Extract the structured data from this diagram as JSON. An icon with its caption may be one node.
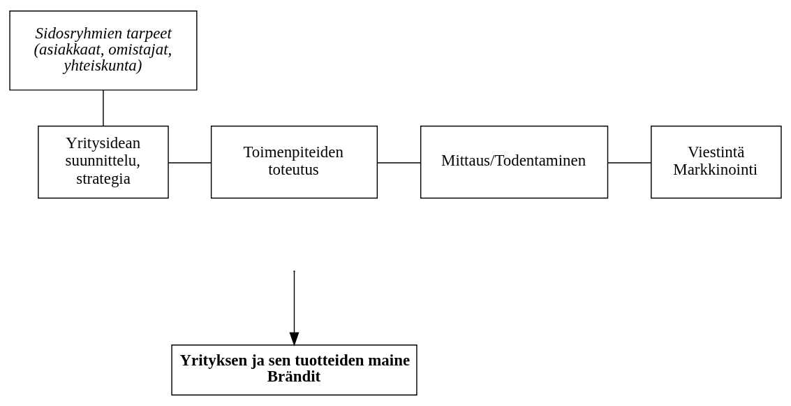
{
  "diagram": {
    "nodes": [
      {
        "text": [
          "Sidosryhmien tarpeet (asiakkaat, omistajat, yhteiskunta)"
        ]
      },
      {
        "text": [
          "Yritysidean suunnittelu, strategia"
        ]
      },
      {
        "text": [
          "Toimenpiteiden toteutus"
        ]
      },
      {
        "text": [
          "Mittaus/Todentaminen"
        ]
      },
      {
        "text": [
          "Viestintä Markkinointi"
        ]
      },
      {
        "text": [
          "Yrityksen ja sen tuotteiden maine",
          "Brändit"
        ]
      }
    ],
    "edges": [
      {
        "from": 0,
        "to": 1,
        "arrow": "none"
      },
      {
        "from": 1,
        "to": 2,
        "arrow": "none"
      },
      {
        "from": 2,
        "to": 3,
        "arrow": "none"
      },
      {
        "from": 3,
        "to": 4,
        "arrow": "none"
      },
      {
        "from": null,
        "to": 5,
        "arrow": "to"
      }
    ]
  }
}
